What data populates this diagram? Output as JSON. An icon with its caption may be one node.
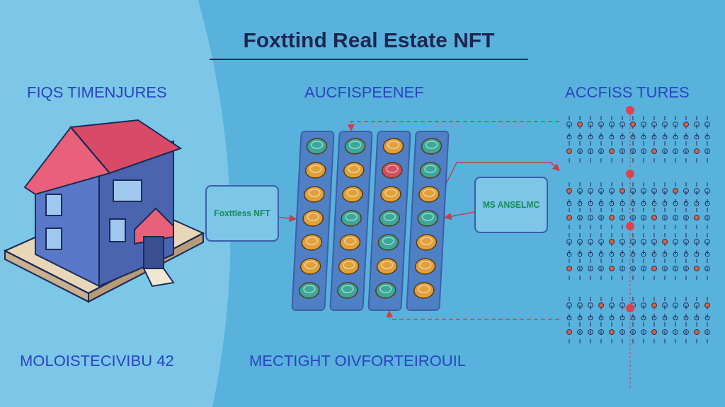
{
  "diagram": {
    "title": "Foxttind Real Estate NFT",
    "nodes": [
      {
        "text": [],
        "shape": "picture"
      },
      {
        "text": [
          "Foxttless NFT"
        ]
      },
      {
        "text": [],
        "shape": "bar"
      },
      {
        "text": [],
        "shape": "bar"
      },
      {
        "text": [],
        "shape": "bar"
      },
      {
        "text": [],
        "shape": "bar"
      },
      {
        "text": [
          "MS ANSELMC"
        ]
      },
      {
        "text": [],
        "shape": "picture"
      }
    ],
    "edges": [
      {
        "from": 1,
        "to": 2,
        "arrow": "to"
      },
      {
        "from": 6,
        "to": 5,
        "arrow": "to"
      },
      {
        "from": 7,
        "to": 3,
        "arrow": "to",
        "style": "dashed",
        "color": "#d0404a"
      },
      {
        "from": 7,
        "to": 4,
        "arrow": "to",
        "style": "dashed",
        "color": "#d0404a"
      },
      {
        "from": 5,
        "to": 7,
        "arrow": "to"
      }
    ],
    "labels": [
      "FIQS TIMENJURES",
      "AUCFISPEENEF",
      "ACCFISS TURES",
      "MOLOISTECIVIBU 42",
      "MECTIGHT OIVFORTEIROUIL"
    ]
  }
}
